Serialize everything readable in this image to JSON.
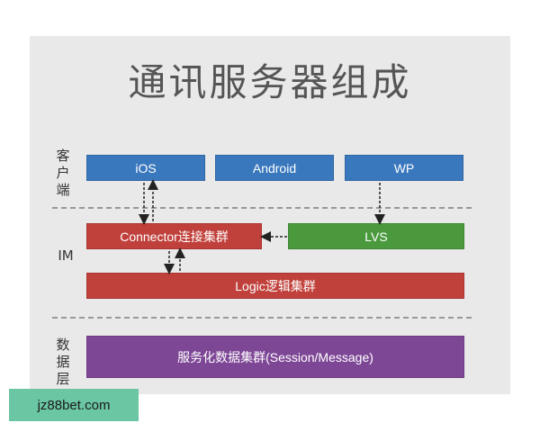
{
  "title": "通讯服务器组成",
  "layers": {
    "client": "客户端",
    "im": "IM",
    "data": "数据层"
  },
  "boxes": {
    "ios": "iOS",
    "android": "Android",
    "wp": "WP",
    "connector": "Connector连接集群",
    "lvs": "LVS",
    "logic": "Logic逻辑集群",
    "data_cluster": "服务化数据集群(Session/Message)"
  },
  "watermark": "jz88bet.com",
  "colors": {
    "client_box": "#3a78bd",
    "connector_box": "#c0403b",
    "lvs_box": "#4a9a3d",
    "data_box": "#7e4796",
    "watermark_bg": "#6bc6a4"
  }
}
